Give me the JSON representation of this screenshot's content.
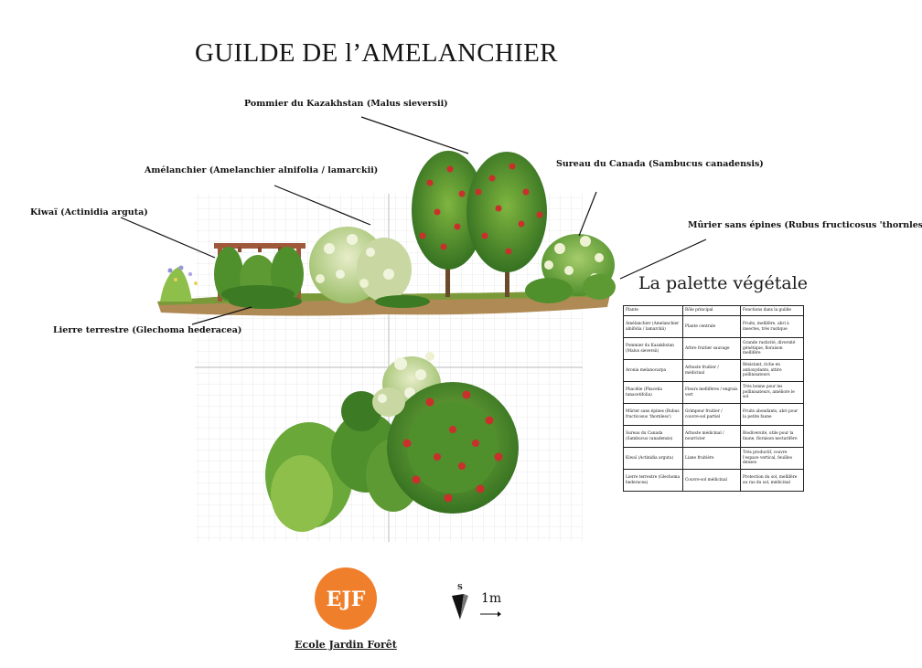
{
  "title": "GUILDE DE l’AMELANCHIER",
  "labels": {
    "pommier": "Pommier du Kazakhstan (Malus sieversii)",
    "amelanchier": "Amélanchier (Amelanchier alnifolia / lamarckii)",
    "sureau": "Sureau du Canada (Sambucus canadensis)",
    "kiwai": "Kiwaï (Actinidia arguta)",
    "murier": "Mûrier sans épines (Rubus fructicosus 'thornless')",
    "lierre": "Lierre terrestre (Glechoma hederacea)"
  },
  "palette": {
    "title": "La palette végétale",
    "headers": [
      "Plante",
      "Rôle principal",
      "Fonctions dans la guilde"
    ],
    "rows": [
      [
        "Amélanchier (Amelanchier alnifolia / lamarckii)",
        "Plante centrale",
        "Fruits, mellifère, abri à insectes, très rustique"
      ],
      [
        "Pommier du Kazakhstan (Malus sieversii)",
        "Arbre fruitier sauvage",
        "Grande rusticité, diversité génétique, floraison mellifère"
      ],
      [
        "Aronia melanocarpa",
        "Arbuste fruitier / médicinal",
        "Résistant, riche en antioxydants, attire pollinisateurs"
      ],
      [
        "Phacélie (Phacelia tanacetifolia)",
        "Fleurs mellifères / engrais vert",
        "Très bonne pour les pollinisateurs, améliore le sol"
      ],
      [
        "Mûrier sans épines (Rubus fructicosus 'thornless')",
        "Grimpeur fruitier / couvre-sol partiel",
        "Fruits abondants, abri pour la petite faune"
      ],
      [
        "Sureau du Canada (Sambucus canadensis)",
        "Arbuste médicinal / nourricier",
        "Biodiversité, utile pour la faune, floraison nectarifère"
      ],
      [
        "Kiwaï (Actinidia arguta)",
        "Liane fruitière",
        "Très productif, couvre l'espace vertical, feuilles denses"
      ],
      [
        "Lierre terrestre (Glechoma hederacea)",
        "Couvre-sol médicinal",
        "Protection du sol, mellifère au ras du sol, médicinal"
      ]
    ]
  },
  "logo": {
    "text": "EJF",
    "name": "Ecole Jardin Forêt"
  },
  "scale": {
    "north": "S",
    "length": "1m"
  },
  "colors": {
    "leaf_dark": "#2f6b1f",
    "leaf_mid": "#4f8f2c",
    "leaf_light": "#8dbf4a",
    "flower_white": "#f1f4dc",
    "apple_red": "#c9302c",
    "soil": "#b08a55",
    "wood": "#a0583a",
    "logo_orange": "#f07f2c"
  }
}
